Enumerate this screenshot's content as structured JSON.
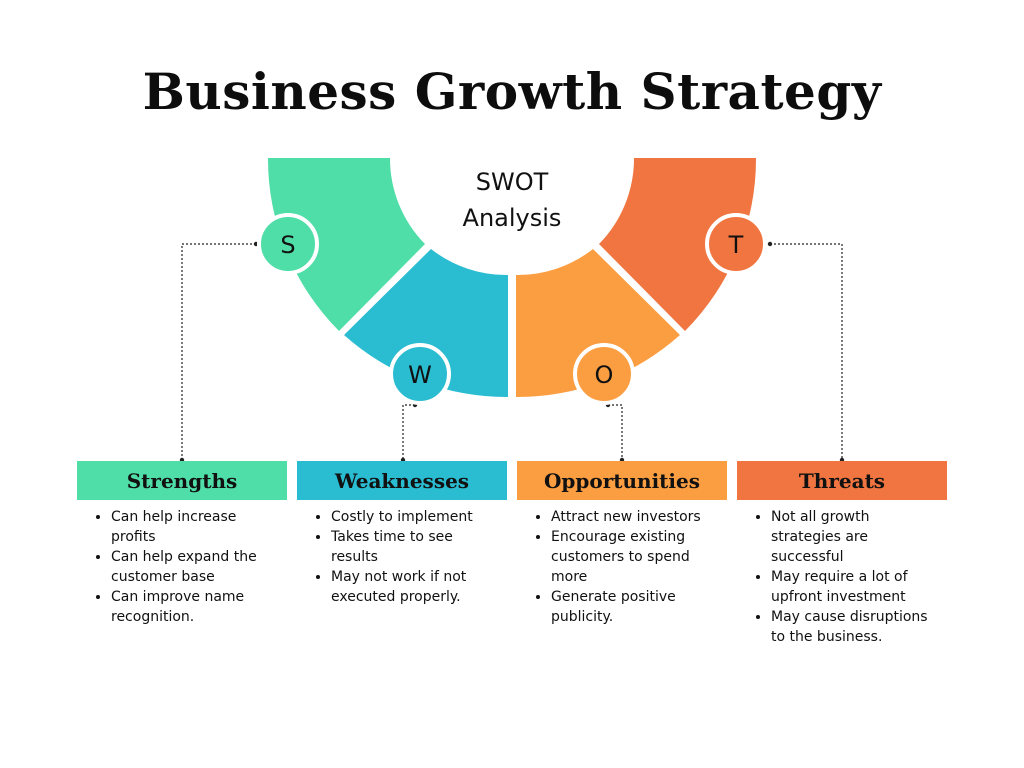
{
  "title": "Business Growth Strategy",
  "center": {
    "line1": "SWOT",
    "line2": "Analysis"
  },
  "colors": {
    "strengths": "#4fdea8",
    "weaknesses": "#2abcd1",
    "opportunities": "#fb9e42",
    "threats": "#f07540"
  },
  "letters": {
    "s": "S",
    "w": "W",
    "o": "O",
    "t": "T"
  },
  "columns": [
    {
      "header": "Strengths",
      "items": [
        "Can help increase profits",
        "Can help expand the customer base",
        "Can improve name recognition."
      ]
    },
    {
      "header": "Weaknesses",
      "items": [
        "Costly to implement",
        "Takes time to see results",
        "May not work if not executed properly."
      ]
    },
    {
      "header": "Opportunities",
      "items": [
        "Attract new investors",
        "Encourage existing customers to spend more",
        "Generate positive publicity."
      ]
    },
    {
      "header": "Threats",
      "items": [
        "Not all growth strategies are successful",
        "May require a lot of upfront investment",
        "May cause disruptions to the business."
      ]
    }
  ]
}
